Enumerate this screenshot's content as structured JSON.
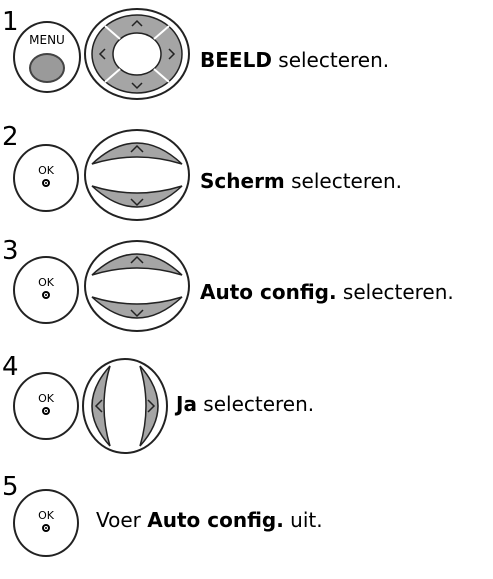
{
  "steps": [
    {
      "number": "1",
      "button": "MENU",
      "bold": "BEELD",
      "after": " selecteren."
    },
    {
      "number": "2",
      "button": "OK",
      "bold": "Scherm",
      "after": " selecteren."
    },
    {
      "number": "3",
      "button": "OK",
      "bold": "Auto config.",
      "after": " selecteren."
    },
    {
      "number": "4",
      "button": "OK",
      "bold": "Ja",
      "after": " selecteren."
    },
    {
      "number": "5",
      "button": "OK",
      "before": "Voer ",
      "bold": "Auto config.",
      "after": " uit."
    }
  ]
}
